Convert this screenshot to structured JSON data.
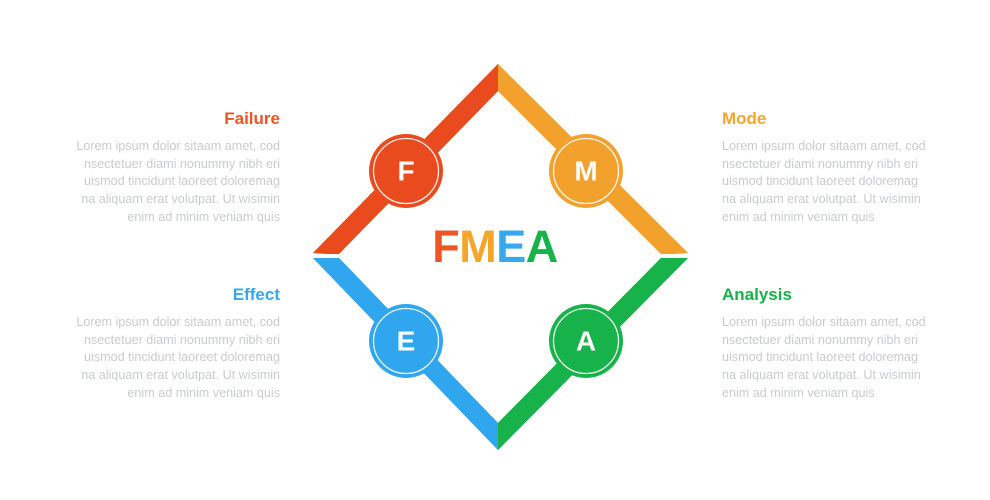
{
  "diagram": {
    "center_label": "FMEA",
    "center_letters": [
      {
        "char": "F",
        "color": "#ef5423"
      },
      {
        "char": "M",
        "color": "#f4a62a"
      },
      {
        "char": "E",
        "color": "#35a8ee"
      },
      {
        "char": "A",
        "color": "#16b34a"
      }
    ],
    "nodes": [
      {
        "id": "failure",
        "letter": "F",
        "color": "#ea4b1e",
        "shadow": "#cf3d15",
        "position": "top-left"
      },
      {
        "id": "mode",
        "letter": "M",
        "color": "#f2a22c",
        "shadow": "#d98a1d",
        "position": "top-right"
      },
      {
        "id": "effect",
        "letter": "E",
        "color": "#30a6ef",
        "shadow": "#2189cd",
        "position": "bottom-left"
      },
      {
        "id": "analysis",
        "letter": "A",
        "color": "#17b24a",
        "shadow": "#0e9a3c",
        "position": "bottom-right"
      }
    ]
  },
  "blocks": [
    {
      "id": "failure",
      "title": "Failure",
      "title_color": "#ef5423",
      "body": "Lorem ipsum dolor sitaam amet, cod nsectetuer diami nonummy  nibh eri uismod tincidunt laoreet doloremag na aliquam erat volutpat. Ut wisimin enim ad minim veniam quis"
    },
    {
      "id": "mode",
      "title": "Mode",
      "title_color": "#f2a62c",
      "body": "Lorem ipsum dolor sitaam amet, cod nsectetuer diami nonummy  nibh eri uismod tincidunt laoreet doloremag na aliquam erat volutpat. Ut wisimin enim ad minim veniam quis"
    },
    {
      "id": "effect",
      "title": "Effect",
      "title_color": "#35a8ee",
      "body": "Lorem ipsum dolor sitaam amet, cod nsectetuer diami nonummy  nibh eri uismod tincidunt laoreet doloremag na aliquam erat volutpat. Ut wisimin enim ad minim veniam quis"
    },
    {
      "id": "analysis",
      "title": "Analysis",
      "title_color": "#16b34a",
      "body": "Lorem ipsum dolor sitaam amet, cod nsectetuer diami nonummy  nibh eri uismod tincidunt laoreet doloremag na aliquam erat volutpat. Ut wisimin enim ad minim veniam quis"
    }
  ]
}
